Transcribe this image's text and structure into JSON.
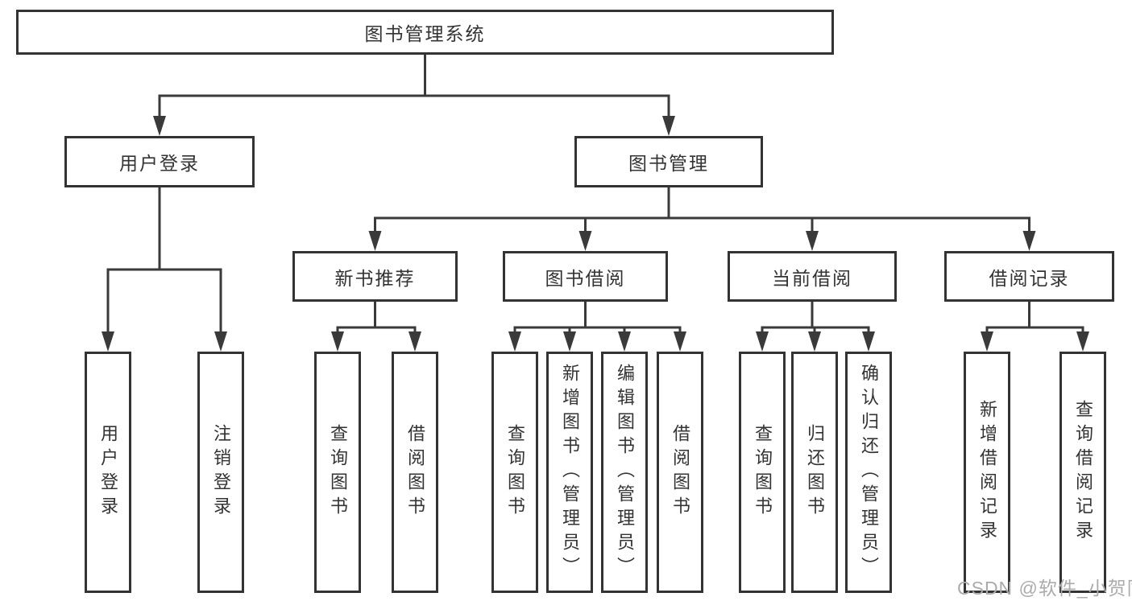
{
  "tree": {
    "root": "图书管理系统",
    "user_login": {
      "label": "用户登录",
      "leaves": [
        "用户登录",
        "注销登录"
      ]
    },
    "book_management": {
      "label": "图书管理",
      "modules": [
        {
          "label": "新书推荐",
          "leaves": [
            "查询图书",
            "借阅图书"
          ]
        },
        {
          "label": "图书借阅",
          "leaves": [
            "查询图书",
            "新增图书（管理员）",
            "编辑图书（管理员）",
            "借阅图书"
          ]
        },
        {
          "label": "当前借阅",
          "leaves": [
            "查询图书",
            "归还图书",
            "确认归还（管理员）"
          ]
        },
        {
          "label": "借阅记录",
          "leaves": [
            "新增借阅记录",
            "查询借阅记录"
          ]
        }
      ]
    }
  },
  "watermark": {
    "text": "CSDN @软件_小贺同学"
  },
  "colors": {
    "line": "#3a3a3a",
    "border": "#333333",
    "text": "#333333",
    "watermark": "#ababab",
    "background": "#ffffff"
  }
}
